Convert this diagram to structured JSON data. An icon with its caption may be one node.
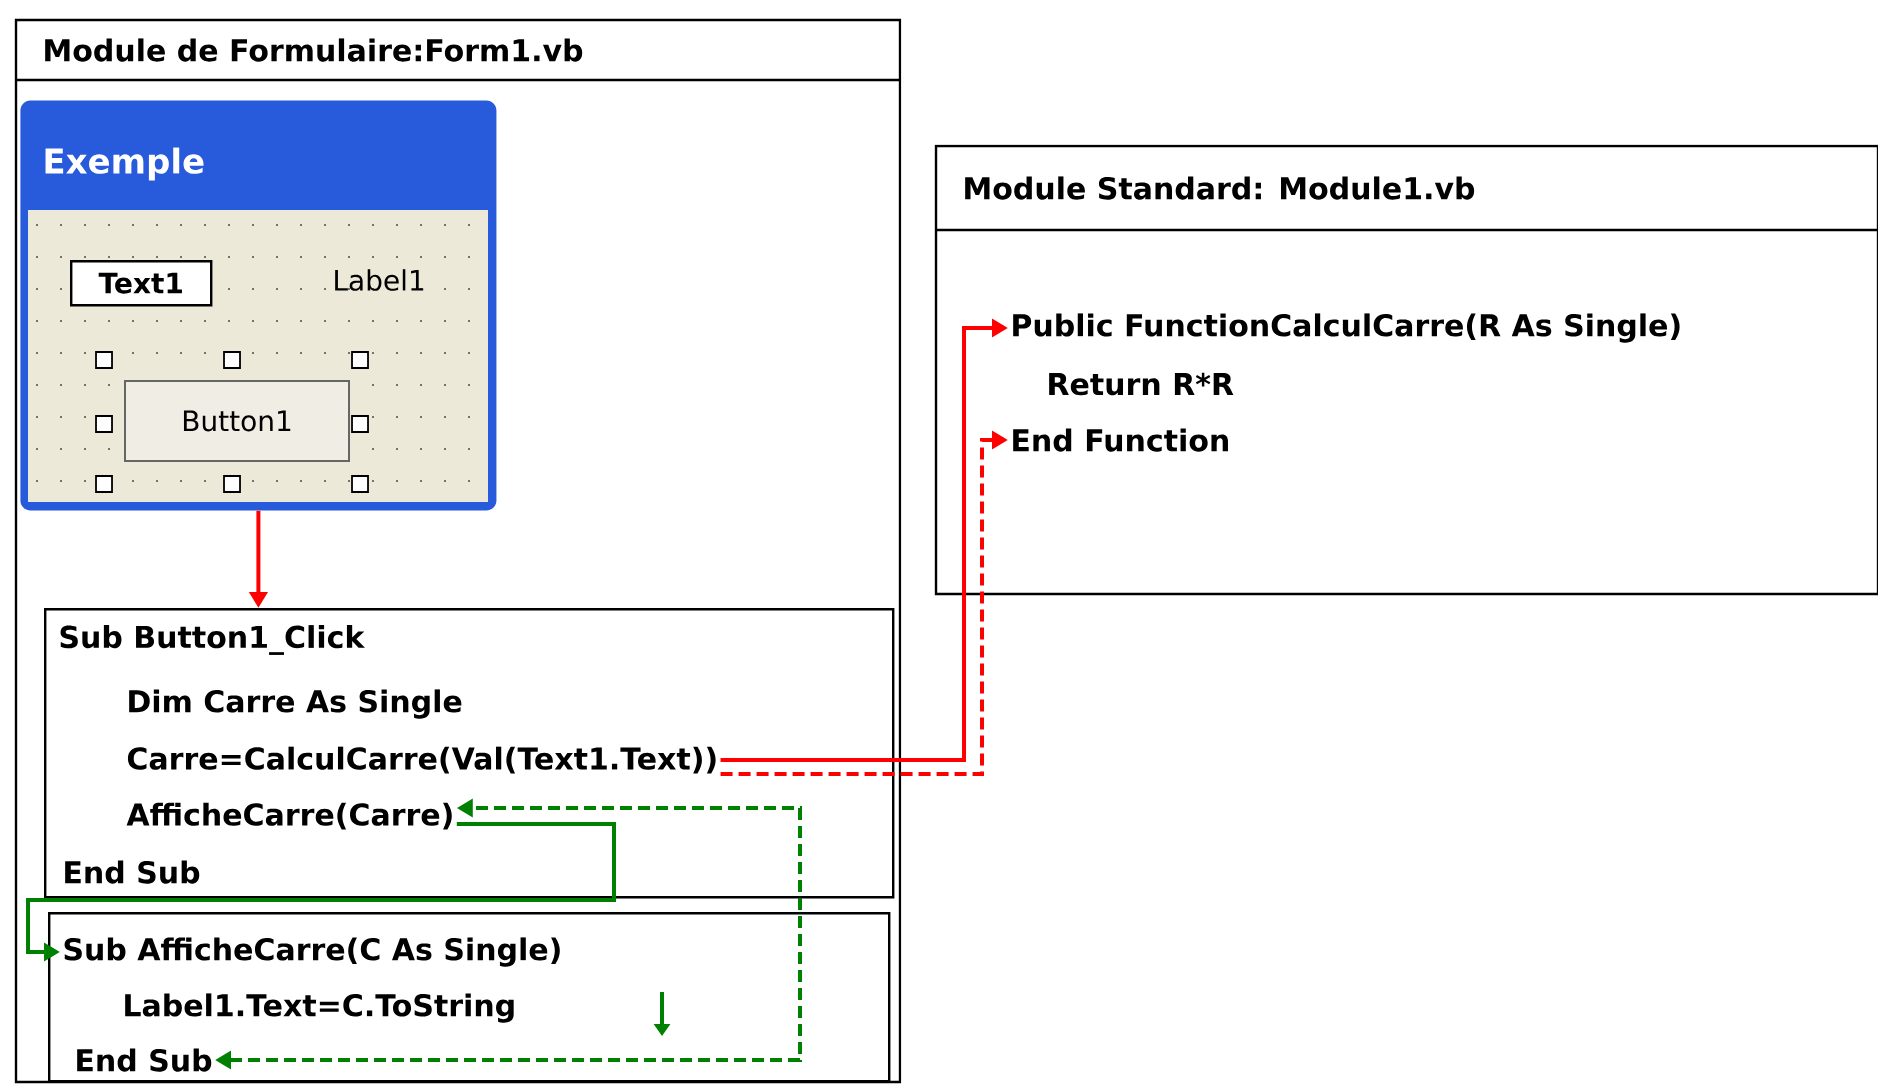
{
  "diagram": {
    "nodes": [
      {
        "text": [
          "Module de Formulaire:Form1.vb"
        ]
      },
      {
        "text": [
          "Exemple"
        ],
        "in": 0
      },
      {
        "text": [
          "Text1"
        ],
        "in": 1
      },
      {
        "text": [
          "Button1"
        ],
        "in": 1
      },
      {
        "text": [],
        "shape": "box",
        "in": 0
      },
      {
        "text": [
          "Sub Button1_Click"
        ],
        "in": 4
      },
      {
        "text": [
          "Dim Carre As Single"
        ],
        "in": 4
      },
      {
        "text": [
          "Carre=CalculCarre(Val(Text1.Text))"
        ],
        "in": 4
      },
      {
        "text": [
          "AfficheCarre(Carre)"
        ],
        "in": 4
      },
      {
        "text": [
          "End Sub"
        ],
        "in": 4
      },
      {
        "text": [],
        "shape": "box",
        "in": 0
      },
      {
        "text": [
          "Sub AfficheCarre(C As Single)"
        ],
        "in": 10
      },
      {
        "text": [
          "Label1.Text=C.ToString"
        ],
        "in": 10
      },
      {
        "text": [
          "End Sub"
        ],
        "in": 10
      },
      {
        "text": [
          "Module Standard:  Module1.vb"
        ]
      },
      {
        "text": [
          "Public FunctionCalculCarre(R As Single)"
        ],
        "in": 14
      },
      {
        "text": [
          "Return R*R"
        ],
        "in": 14
      },
      {
        "text": [
          "End Function"
        ],
        "in": 14
      }
    ],
    "edges": [
      {
        "from": 1,
        "to": 4,
        "arrow": "to"
      },
      {
        "from": 7,
        "to": 15,
        "arrow": "to"
      },
      {
        "from": 7,
        "to": 17,
        "arrow": "to",
        "style": "dashed"
      },
      {
        "from": 8,
        "to": 11,
        "arrow": "to",
        "color": "#008000"
      },
      {
        "from": 13,
        "to": 8,
        "arrow": "both",
        "style": "dashed",
        "color": "#008000"
      }
    ],
    "labels": [
      "Label1"
    ]
  }
}
